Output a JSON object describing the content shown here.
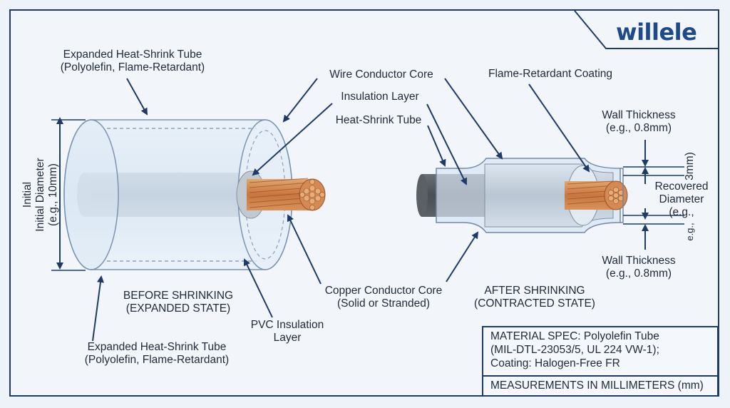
{
  "brand": {
    "logo_text": "willele"
  },
  "left_labels": {
    "expanded_tube_top": [
      "Expanded Heat-Shrink Tube",
      "(Polyolefin, Flame-Retardant)"
    ],
    "expanded_tube_bottom": [
      "Expanded Heat-Shrink Tube",
      "(Polyolefin, Flame-Retardant)"
    ],
    "initial_diameter": [
      "Initial",
      "Initial Diameter",
      "(e.g., 10mm)"
    ],
    "state": [
      "BEFORE SHRINKING",
      "(EXPANDED STATE)"
    ],
    "pvc_layer": [
      "PVC Insulation",
      "Layer"
    ]
  },
  "center_labels": {
    "wire_core": "Wire Conductor Core",
    "insulation_layer": "Insulation Layer",
    "heat_shrink_tube": "Heat-Shrink Tube",
    "copper_core": [
      "Copper Conductor Core",
      "(Solid or Stranded)"
    ]
  },
  "right_labels": {
    "flame_coating": "Flame-Retardant Coating",
    "wall_top": [
      "Wall Thickness",
      "(e.g., 0.8mm)"
    ],
    "wall_bottom": [
      "Wall Thickness",
      "(e.g., 0.8mm)"
    ],
    "recovered": [
      "Recovered",
      "Diameter",
      "(e.g.,"
    ],
    "recovered_vertical": "3mm)",
    "recovered_vertical2": "e.g.,",
    "state": [
      "AFTER SHRINKING",
      "(CONTRACTED STATE)"
    ]
  },
  "spec": {
    "lines": [
      "MATERIAL SPEC: Polyolefin Tube",
      "(MIL-DTL-23053/5, UL 224 VW-1);",
      "Coating: Halogen-Free FR"
    ],
    "footer": "MEASUREMENTS IN MILLIMETERS (mm)"
  },
  "colors": {
    "frame": "#1e3a66",
    "arrow": "#1e3a66",
    "copper": "#c8763f",
    "tube": "#cfe0f0",
    "cable": "#9aa3ad"
  }
}
